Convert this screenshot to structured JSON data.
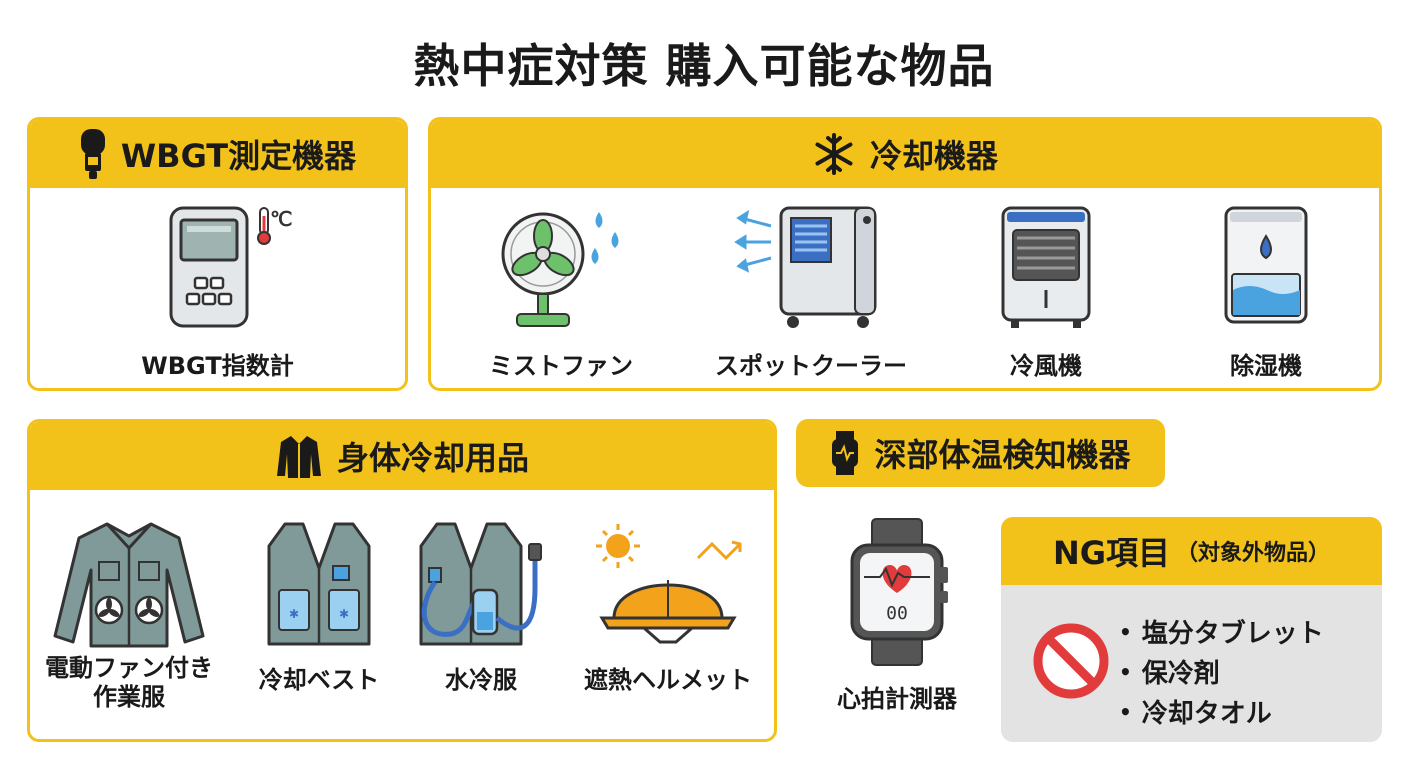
{
  "title": "熱中症対策 購入可能な物品",
  "sections": {
    "wbgt": {
      "heading": "WBGT測定機器",
      "icon": "microphone-sensor-icon",
      "items": [
        {
          "label": "WBGT指数計",
          "icon": "wbgt-meter-icon",
          "unit": "℃"
        }
      ]
    },
    "cooling": {
      "heading": "冷却機器",
      "icon": "snowflake-icon",
      "items": [
        {
          "label": "ミストファン",
          "icon": "mist-fan-icon"
        },
        {
          "label": "スポットクーラー",
          "icon": "spot-cooler-icon"
        },
        {
          "label": "冷風機",
          "icon": "air-cooler-icon"
        },
        {
          "label": "除湿機",
          "icon": "dehumidifier-icon"
        }
      ]
    },
    "body_cooling": {
      "heading": "身体冷却用品",
      "icon": "jacket-icon",
      "items": [
        {
          "label_line1": "電動ファン付き",
          "label_line2": "作業服",
          "icon": "fan-jacket-icon"
        },
        {
          "label": "冷却ベスト",
          "icon": "cooling-vest-icon"
        },
        {
          "label": "水冷服",
          "icon": "water-cooled-vest-icon"
        },
        {
          "label": "遮熱ヘルメット",
          "icon": "heat-shield-helmet-icon"
        }
      ]
    },
    "core_temp": {
      "heading": "深部体温検知機器",
      "icon": "smartwatch-icon",
      "items": [
        {
          "label": "心拍計測器",
          "icon": "heart-rate-watch-icon",
          "display": "00"
        }
      ]
    },
    "ng": {
      "heading": "NG項目",
      "subheading": "（対象外物品）",
      "icon": "prohibited-icon",
      "items": [
        "塩分タブレット",
        "保冷剤",
        "冷却タオル"
      ]
    }
  },
  "colors": {
    "accent": "#f2c21b",
    "ng_background": "#e3e3e3",
    "prohibited": "#e23b3b",
    "icon_gray": "#7f9090",
    "water_blue": "#4aa3df",
    "fan_green": "#6cc16a",
    "helmet_orange": "#f2a21b"
  }
}
